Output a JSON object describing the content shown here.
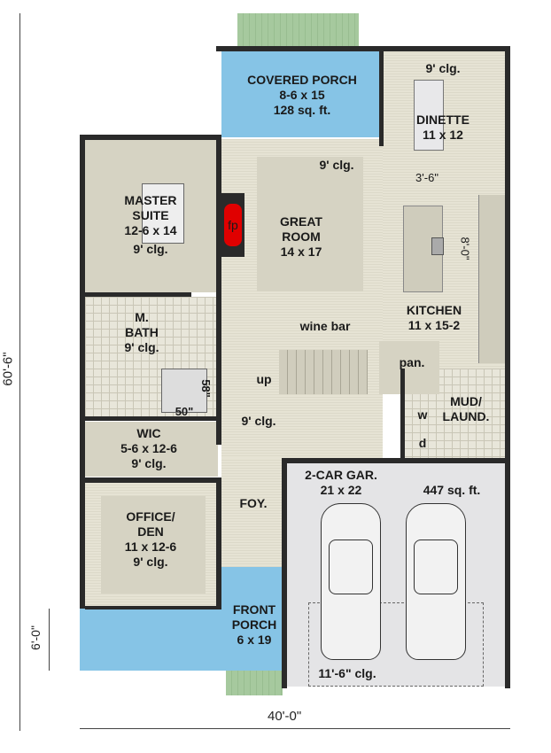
{
  "rooms": {
    "covered_porch": {
      "name": "COVERED PORCH",
      "size": "8-6 x 15",
      "area": "128 sq. ft."
    },
    "dinette": {
      "ceiling": "9' clg.",
      "name": "DINETTE",
      "size": "11 x 12"
    },
    "master_suite": {
      "name1": "MASTER",
      "name2": "SUITE",
      "size": "12-6 x 14",
      "ceiling": "9' clg."
    },
    "great_room": {
      "ceiling": "9' clg.",
      "name1": "GREAT",
      "name2": "ROOM",
      "size": "14 x 17",
      "fireplace": "fp"
    },
    "kitchen": {
      "name": "KITCHEN",
      "size": "11 x 15-2",
      "aisle_dim": "3'-6\"",
      "island_dim": "8'-0\""
    },
    "wine_bar": "wine bar",
    "master_bath": {
      "name1": "M.",
      "name2": "BATH",
      "ceiling": "9' clg.",
      "shower_w": "50\"",
      "shower_d": "58\""
    },
    "pantry": "pan.",
    "stair": "up",
    "hall_ceiling": "9' clg.",
    "mud_laundry": {
      "name1": "MUD/",
      "name2": "LAUND.",
      "washer": "w",
      "dryer": "d"
    },
    "wic": {
      "name": "WIC",
      "size": "5-6 x 12-6",
      "ceiling": "9' clg."
    },
    "garage": {
      "name": "2-CAR GAR.",
      "size": "21 x 22",
      "area": "447 sq. ft.",
      "ceiling": "11'-6\" clg."
    },
    "foyer": "FOY.",
    "office": {
      "name1": "OFFICE/",
      "name2": "DEN",
      "size": "11 x 12-6",
      "ceiling": "9' clg."
    },
    "front_porch": {
      "name1": "FRONT",
      "name2": "PORCH",
      "size": "6 x 19"
    }
  },
  "dimensions": {
    "depth": "60'-6\"",
    "width": "40'-0\"",
    "porch_depth": "6'-0\""
  },
  "colors": {
    "porch": "#86c4e6",
    "room": "#d6d3c3",
    "wall": "#2a2a2a",
    "fireplace": "#e00000",
    "garage": "#e4e4e6",
    "landscape": "#a6c99e"
  }
}
